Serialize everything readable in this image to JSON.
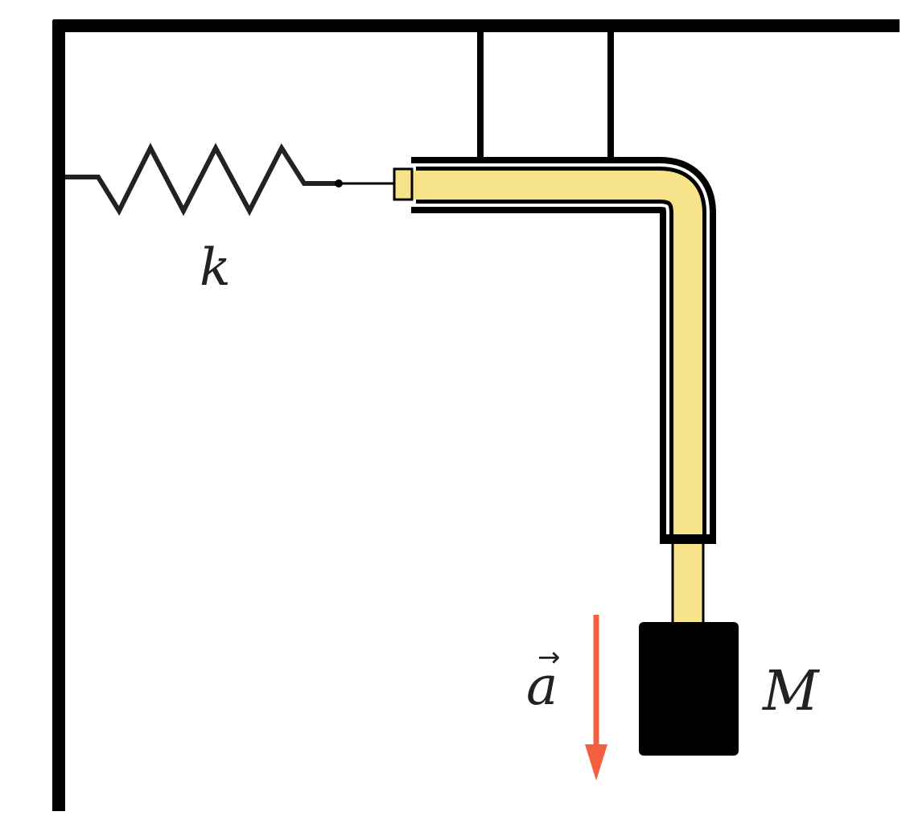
{
  "labels": {
    "spring_constant": "k",
    "mass": "M",
    "acceleration": "a",
    "vector_arrow": "→"
  },
  "colors": {
    "structure": "#000000",
    "rope": "#f7e38a",
    "mass_block": "#000000",
    "acceleration_arrow": "#f2603f",
    "label_text": "#222222"
  }
}
